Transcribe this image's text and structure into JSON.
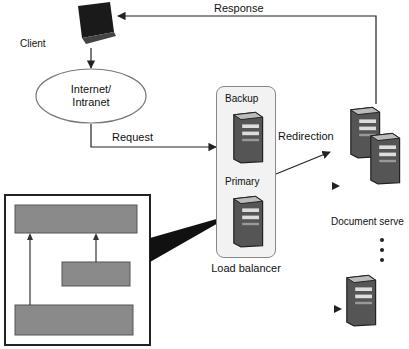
{
  "diagram": {
    "nodes": [
      {
        "text": [
          "Client"
        ]
      },
      {
        "text": [
          "Internet/ Intranet"
        ]
      },
      {
        "text": [
          "Load balancer"
        ]
      },
      {
        "text": [
          "Backup"
        ],
        "in": 2
      },
      {
        "text": [
          "Primary"
        ],
        "in": 2
      },
      {
        "text": [
          "Document serve"
        ]
      }
    ],
    "edges": [
      {
        "from": 0,
        "to": 1,
        "arrow": "to"
      },
      {
        "from": 1,
        "to": 2,
        "label": "Request",
        "arrow": "to"
      },
      {
        "from": 2,
        "to": 5,
        "label": "Redirection",
        "arrow": "to"
      },
      {
        "from": 5,
        "to": 0,
        "label": "Response",
        "arrow": "to"
      }
    ]
  }
}
